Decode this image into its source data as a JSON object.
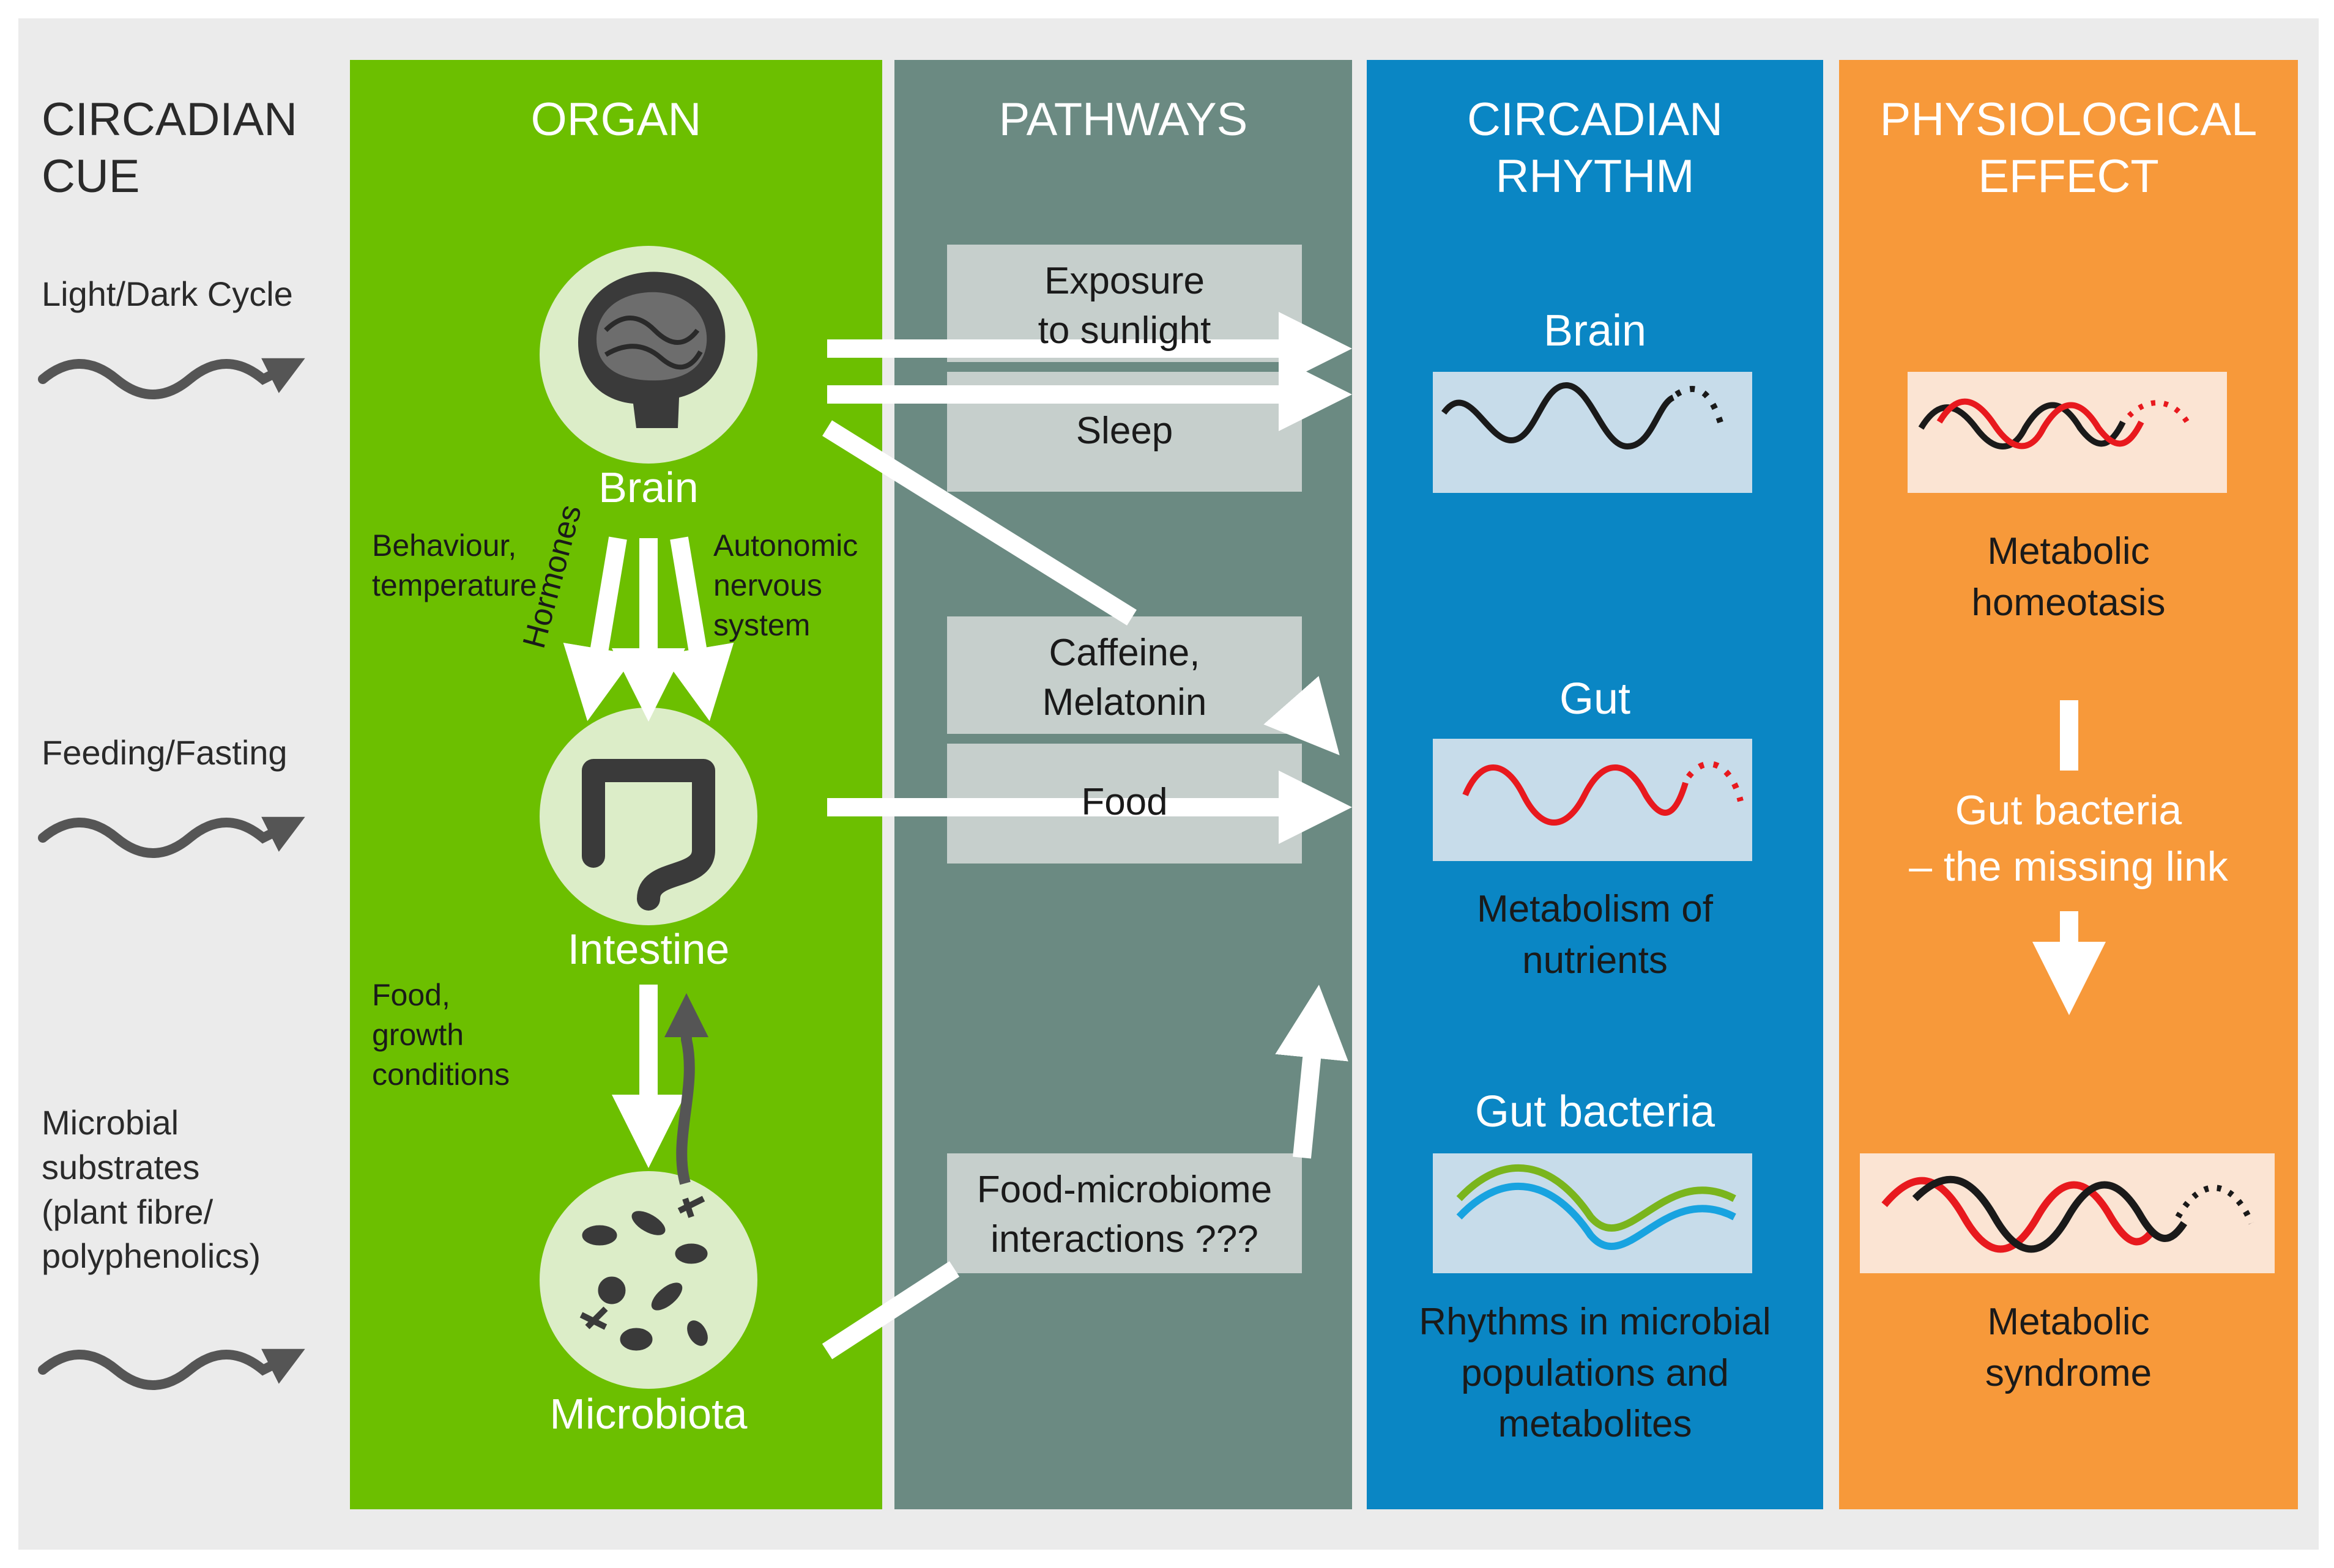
{
  "columns": {
    "cue": "CIRCADIAN\nCUE",
    "organ": "ORGAN",
    "pathways": "PATHWAYS",
    "rhythm": "CIRCADIAN\nRHYTHM",
    "effect": "PHYSIOLOGICAL\nEFFECT"
  },
  "cues": [
    "Light/Dark Cycle",
    "Feeding/Fasting",
    "Microbial\nsubstrates\n(plant fibre/\npolyphenolics)"
  ],
  "organs": {
    "brain": "Brain",
    "intestine": "Intestine",
    "microbiota": "Microbiota",
    "behaviour": "Behaviour,\ntemperature",
    "hormones": "Hormones",
    "autonomic": "Autonomic\nnervous\nsystem",
    "food_growth": "Food,\ngrowth\nconditions"
  },
  "pathways": [
    "Exposure\nto sunlight",
    "Sleep",
    "Caffeine,\nMelatonin",
    "Food",
    "Food-microbiome\ninteractions ???"
  ],
  "rhythms": {
    "brain": "Brain",
    "gut": "Gut",
    "gut_caption": "Metabolism of\nnutrients",
    "bacteria": "Gut bacteria",
    "bacteria_caption": "Rhythms in microbial\npopulations and\nmetabolites"
  },
  "effects": {
    "homeostasis": "Metabolic\nhomeotasis",
    "missing_link": "Gut bacteria\n– the missing link",
    "syndrome": "Metabolic\nsyndrome"
  },
  "colors": {
    "background": "#ebebeb",
    "organ_green": "#6cbf00",
    "pathways_grey": "#6b8a82",
    "rhythm_blue": "#0a86c4",
    "effect_orange": "#f7993a",
    "circle_fill": "#dcedc8",
    "path_box": "#c6cfcc",
    "wave_box_blue": "#c7dcea",
    "wave_box_orange": "#fbe4d3",
    "wave_red": "#e8191e",
    "wave_black": "#1a1a1a",
    "wave_green": "#7ab51d",
    "wave_cyan": "#18a3e0",
    "arrow_grey": "#555555"
  },
  "icons": {
    "brain": "brain-icon",
    "intestine": "intestine-icon",
    "microbiota": "microbes-icon",
    "cue_arrow": "wavy-arrow-icon"
  }
}
